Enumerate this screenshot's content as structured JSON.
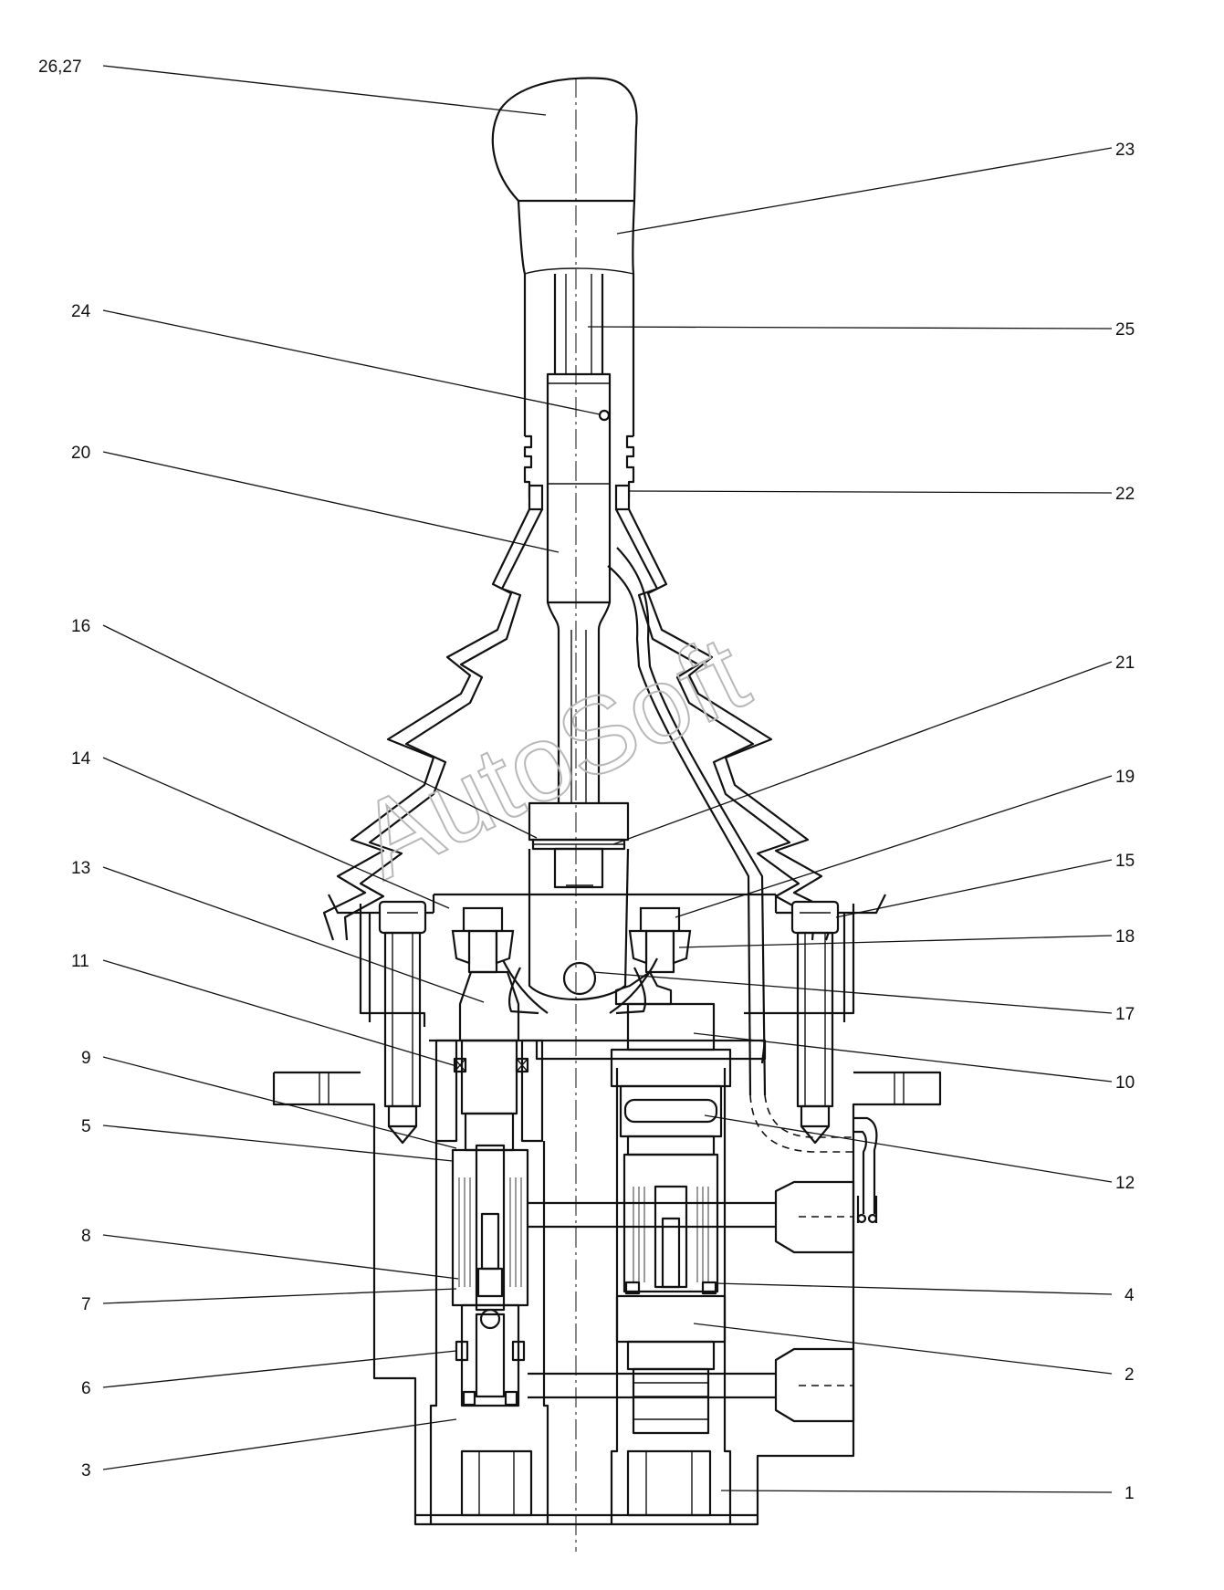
{
  "watermark": "AutoSoft",
  "callouts": [
    {
      "id": "c2627",
      "label": "26,27"
    },
    {
      "id": "c23",
      "label": "23"
    },
    {
      "id": "c24",
      "label": "24"
    },
    {
      "id": "c25",
      "label": "25"
    },
    {
      "id": "c20",
      "label": "20"
    },
    {
      "id": "c22",
      "label": "22"
    },
    {
      "id": "c16",
      "label": "16"
    },
    {
      "id": "c21",
      "label": "21"
    },
    {
      "id": "c14",
      "label": "14"
    },
    {
      "id": "c19",
      "label": "19"
    },
    {
      "id": "c13",
      "label": "13"
    },
    {
      "id": "c15",
      "label": "15"
    },
    {
      "id": "c18",
      "label": "18"
    },
    {
      "id": "c11",
      "label": "11"
    },
    {
      "id": "c17",
      "label": "17"
    },
    {
      "id": "c9",
      "label": "9"
    },
    {
      "id": "c10",
      "label": "10"
    },
    {
      "id": "c5",
      "label": "5"
    },
    {
      "id": "c12",
      "label": "12"
    },
    {
      "id": "c8",
      "label": "8"
    },
    {
      "id": "c4",
      "label": "4"
    },
    {
      "id": "c7",
      "label": "7"
    },
    {
      "id": "c6",
      "label": "6"
    },
    {
      "id": "c2",
      "label": "2"
    },
    {
      "id": "c3",
      "label": "3"
    },
    {
      "id": "c1",
      "label": "1"
    }
  ]
}
